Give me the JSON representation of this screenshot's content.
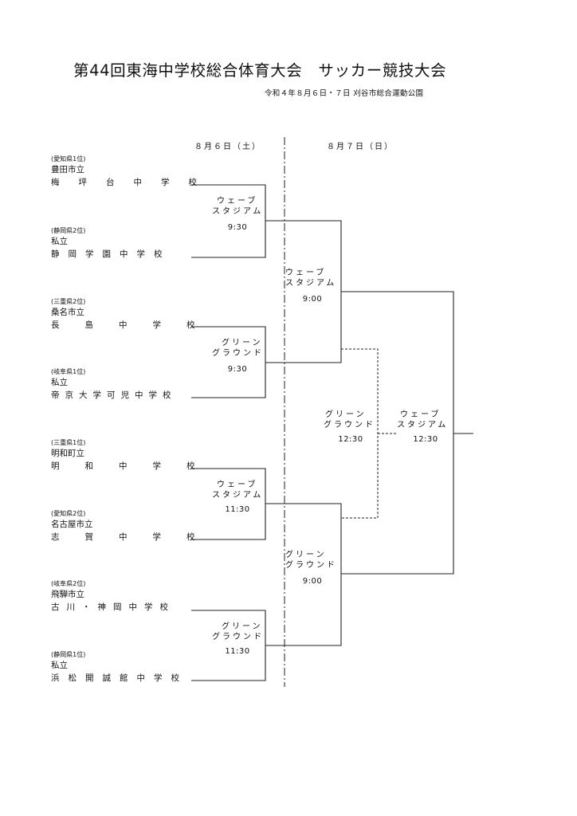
{
  "title": "第44回東海中学校総合体育大会　サッカー競技大会",
  "subtitle": "令和４年８月６日・７日 刈谷市総合運動公園",
  "day1_label": "８月６日（土）",
  "day2_label": "８月７日（日）",
  "teams": [
    {
      "rank": "(愛知県1位)",
      "affiliation": "豊田市立",
      "name": "梅坪台中学校"
    },
    {
      "rank": "(静岡県2位)",
      "affiliation": "私立",
      "name": "静岡学園中学校"
    },
    {
      "rank": "(三重県2位)",
      "affiliation": "桑名市立",
      "name": "長島中学校"
    },
    {
      "rank": "(岐阜県1位)",
      "affiliation": "私立",
      "name": "帝京大学可児中学校"
    },
    {
      "rank": "(三重県1位)",
      "affiliation": "明和町立",
      "name": "明和中学校"
    },
    {
      "rank": "(愛知県2位)",
      "affiliation": "名古屋市立",
      "name": "志賀中学校"
    },
    {
      "rank": "(岐阜県2位)",
      "affiliation": "飛騨市立",
      "name": "古川・神岡中学校"
    },
    {
      "rank": "(静岡県1位)",
      "affiliation": "私立",
      "name": "浜松開誠館中学校"
    }
  ],
  "round1": [
    {
      "venue_line1": "ウェーブ",
      "venue_line2": "スタジアム",
      "time": "9:30"
    },
    {
      "venue_line1": "グリーン",
      "venue_line2": "グラウンド",
      "time": "9:30"
    },
    {
      "venue_line1": "ウェーブ",
      "venue_line2": "スタジアム",
      "time": "11:30"
    },
    {
      "venue_line1": "グリーン",
      "venue_line2": "グラウンド",
      "time": "11:30"
    }
  ],
  "semifinals": [
    {
      "venue_line1": "ウェーブ",
      "venue_line2": "スタジアム",
      "time": "9:00"
    },
    {
      "venue_line1": "グリーン",
      "venue_line2": "グラウンド",
      "time": "9:00"
    }
  ],
  "third_place": {
    "venue_line1": "グリーン",
    "venue_line2": "グラウンド",
    "time": "12:30"
  },
  "final": {
    "venue_line1": "ウェーブ",
    "venue_line2": "スタジアム",
    "time": "12:30"
  }
}
